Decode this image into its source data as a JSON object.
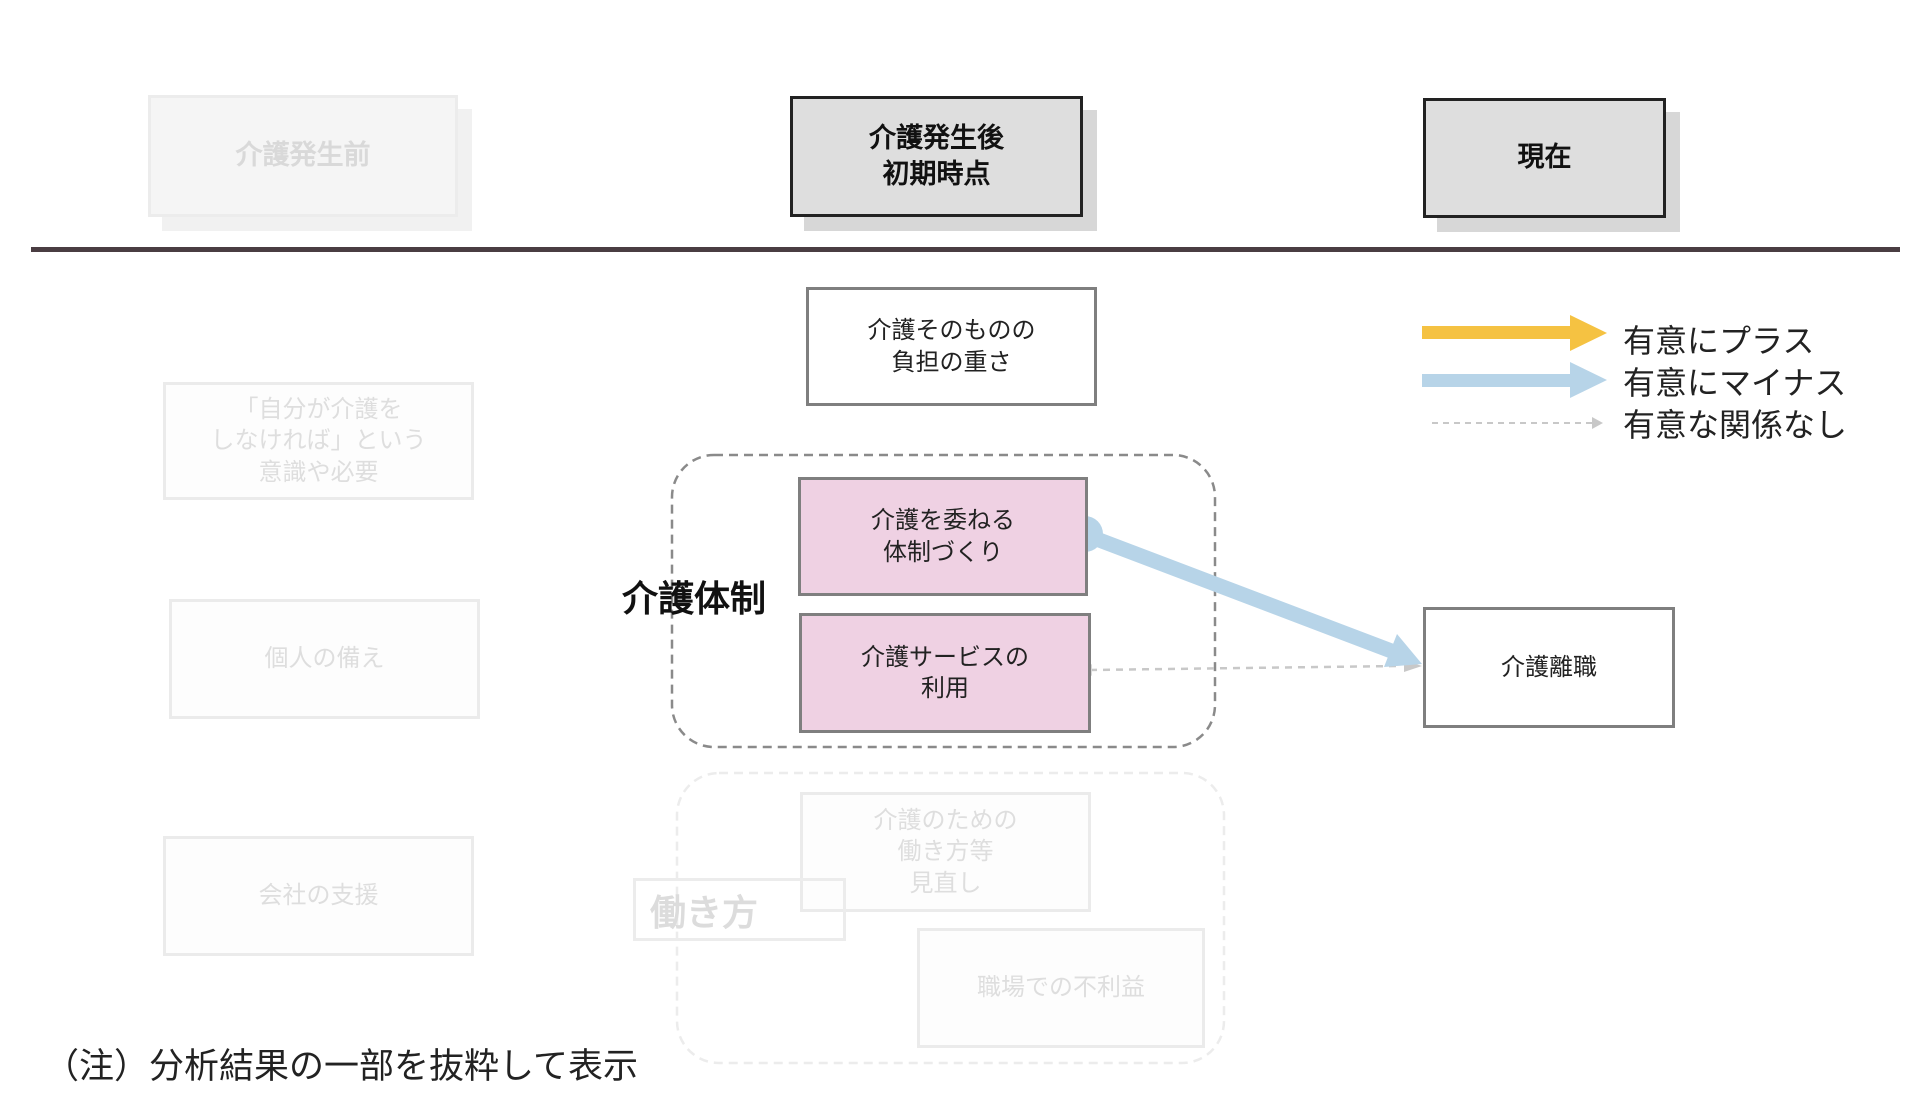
{
  "header": {
    "before": "介護発生前",
    "after_initial": "介護発生後\n初期時点",
    "current": "現在"
  },
  "nodes": {
    "burden": "介護そのものの\n負担の重さ",
    "awareness": "「自分が介護を\nしなければ」という\n意識や必要",
    "preparation": "個人の備え",
    "company_support": "会社の支援",
    "entrust_system": "介護を委ねる\n体制づくり",
    "service_use": "介護サービスの\n利用",
    "work_review": "介護のための\n働き方等\n見直し",
    "workplace_disadvantage": "職場での不利益",
    "resignation": "介護離職"
  },
  "groups": {
    "care_system": "介護体制",
    "work_style": "働き方"
  },
  "legend": {
    "positive": "有意にプラス",
    "negative": "有意にマイナス",
    "none": "有意な関係なし"
  },
  "colors": {
    "positive": "#f5c242",
    "negative": "#b7d4e8",
    "none": "#c8c8c8",
    "highlight": "#efd1e3"
  },
  "note": "（注）分析結果の一部を抜粋して表示"
}
